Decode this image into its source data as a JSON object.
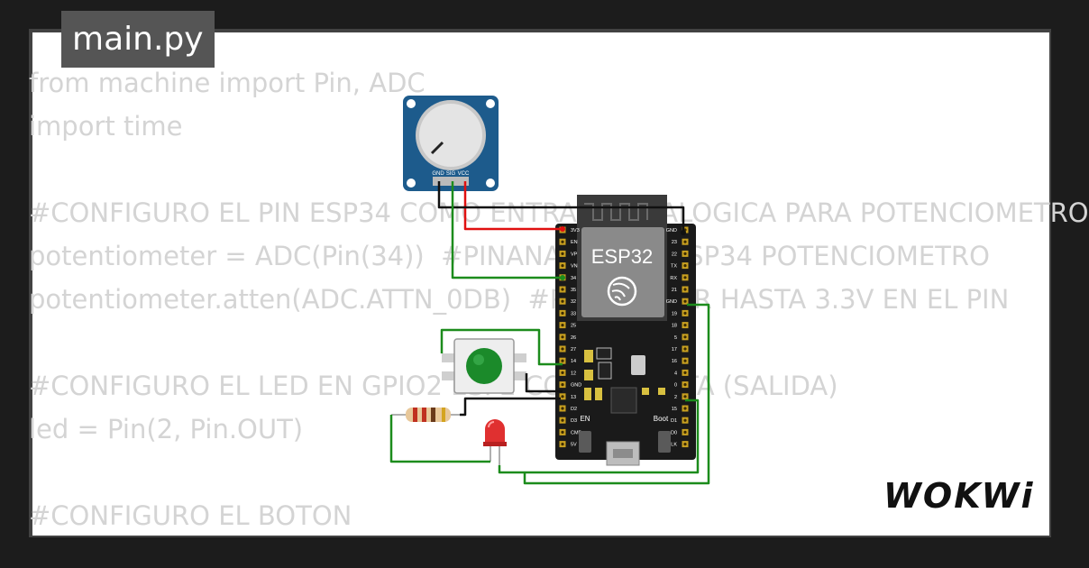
{
  "file_tab": {
    "label": "main.py"
  },
  "code_lines": [
    "from machine import Pin, ADC",
    "import time",
    "",
    "#CONFIGURO EL PIN ESP34 COMO ENTRADA ANALOGICA PARA POTENCIOMETRO",
    "potentiometer = ADC(Pin(34))  #PINANALOGICO ESP34 POTENCIOMETRO",
    "potentiometer.atten(ADC.ATTN_0DB)  #PUEDE LEER HASTA 3.3V EN EL PIN",
    "",
    "#CONFIGURO EL LED EN GPIO2 ESP2 COMO PUERTA (SALIDA)",
    "led = Pin(2, Pin.OUT)",
    "",
    "#CONFIGURO EL BOTON"
  ],
  "potentiometer": {
    "pins": [
      "GND",
      "SIG",
      "VCC"
    ]
  },
  "esp32": {
    "chip_label": "ESP32",
    "left_pins": [
      "3V3",
      "EN",
      "VP",
      "VN",
      "34",
      "35",
      "32",
      "33",
      "25",
      "26",
      "27",
      "14",
      "12",
      "GND",
      "13",
      "D2",
      "D3",
      "CMD",
      "5V"
    ],
    "right_pins": [
      "GND",
      "23",
      "22",
      "TX",
      "RX",
      "21",
      "GND",
      "19",
      "18",
      "5",
      "17",
      "16",
      "4",
      "0",
      "2",
      "15",
      "D1",
      "D0",
      "CLK"
    ],
    "button_en_label": "EN",
    "button_boot_label": "Boot"
  },
  "brand": "WOKWi",
  "colors": {
    "wire_red": "#e01010",
    "wire_black": "#111111",
    "wire_green": "#1c8c1c",
    "pot_board": "#1d5b8c",
    "esp_board": "#1a1a1a",
    "button_cap": "#1b8a2a",
    "led": "#e03030"
  }
}
